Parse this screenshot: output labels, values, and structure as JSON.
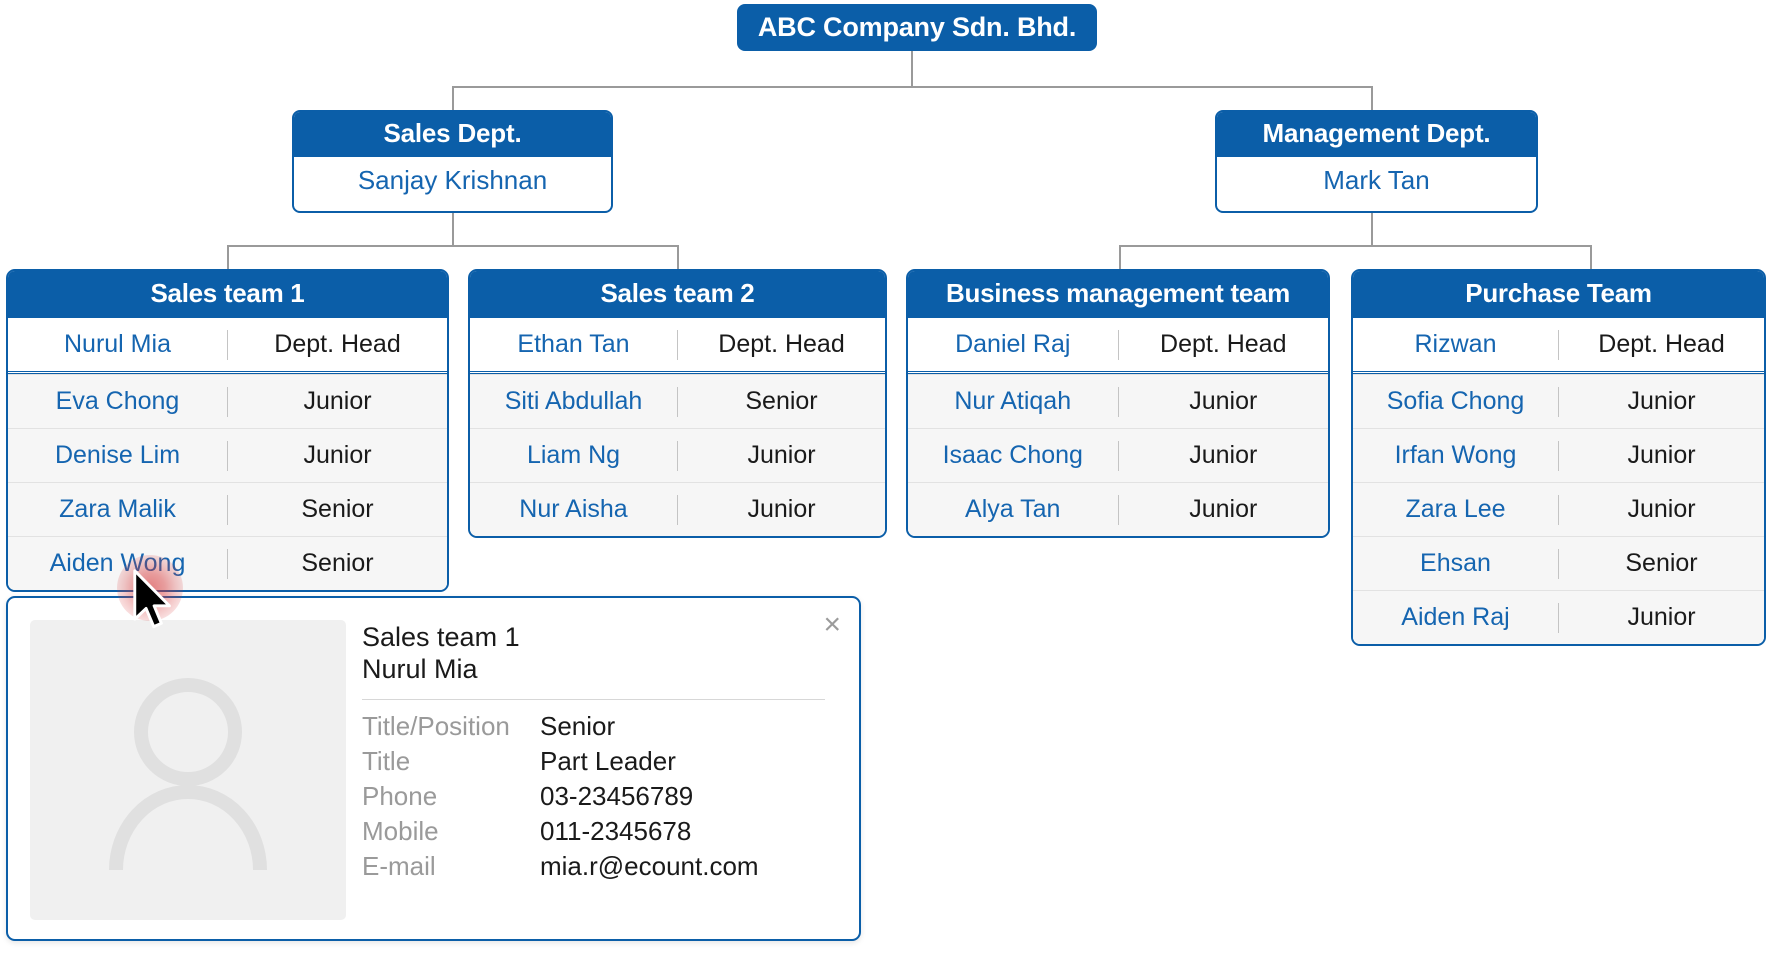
{
  "colors": {
    "brand_blue": "#0b5ea8",
    "link_blue": "#1565b0",
    "row_gray": "#f6f6f6",
    "label_gray": "#9a9a9a",
    "connector_gray": "#9a9a9a",
    "click_red": "#d63031"
  },
  "org_chart": {
    "root": {
      "label": "ABC Company Sdn. Bhd."
    },
    "departments": [
      {
        "name": "Sales Dept.",
        "manager": "Sanjay Krishnan"
      },
      {
        "name": "Management Dept.",
        "manager": "Mark Tan"
      }
    ],
    "teams": [
      {
        "title": "Sales team 1",
        "members": [
          {
            "name": "Nurul Mia",
            "role": "Dept. Head"
          },
          {
            "name": "Eva Chong",
            "role": "Junior"
          },
          {
            "name": "Denise Lim",
            "role": "Junior"
          },
          {
            "name": "Zara Malik",
            "role": "Senior"
          },
          {
            "name": "Aiden Wong",
            "role": "Senior"
          }
        ]
      },
      {
        "title": "Sales team 2",
        "members": [
          {
            "name": "Ethan Tan",
            "role": "Dept. Head"
          },
          {
            "name": "Siti Abdullah",
            "role": "Senior"
          },
          {
            "name": "Liam Ng",
            "role": "Junior"
          },
          {
            "name": "Nur Aisha",
            "role": "Junior"
          }
        ]
      },
      {
        "title": "Business management team",
        "members": [
          {
            "name": "Daniel Raj",
            "role": "Dept. Head"
          },
          {
            "name": "Nur Atiqah",
            "role": "Junior"
          },
          {
            "name": "Isaac Chong",
            "role": "Junior"
          },
          {
            "name": "Alya Tan",
            "role": "Junior"
          }
        ]
      },
      {
        "title": "Purchase Team",
        "members": [
          {
            "name": "Rizwan",
            "role": "Dept. Head"
          },
          {
            "name": "Sofia Chong",
            "role": "Junior"
          },
          {
            "name": "Irfan Wong",
            "role": "Junior"
          },
          {
            "name": "Zara Lee",
            "role": "Junior"
          },
          {
            "name": "Ehsan",
            "role": "Senior"
          },
          {
            "name": "Aiden Raj",
            "role": "Junior"
          }
        ]
      }
    ]
  },
  "detail_card": {
    "team": "Sales team 1",
    "person": "Nurul Mia",
    "close_label": "×",
    "fields": [
      {
        "label": "Title/Position",
        "value": "Senior"
      },
      {
        "label": "Title",
        "value": "Part Leader"
      },
      {
        "label": "Phone",
        "value": "03-23456789"
      },
      {
        "label": "Mobile",
        "value": "011-2345678"
      },
      {
        "label": "E-mail",
        "value": "mia.r@ecount.com"
      }
    ]
  }
}
